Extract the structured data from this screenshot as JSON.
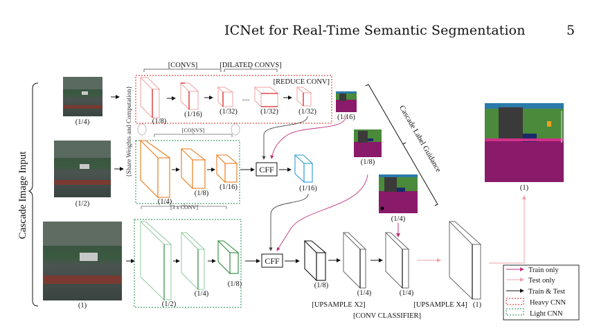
{
  "header": {
    "title": "ICNet for Real-Time Semantic Segmentation",
    "page_number": "5"
  },
  "figure": {
    "side_label": "Cascade Image Input",
    "share_label": "{Share Weights and Computation}",
    "inputs": [
      {
        "scale": "(1/4)"
      },
      {
        "scale": "(1/2)"
      },
      {
        "scale": "(1)"
      }
    ],
    "top_branch": {
      "bracket_convs": "[CONVS]",
      "bracket_dilated": "[DILATED CONVS]",
      "reduce_conv": "[REDUCE CONV]",
      "scales": [
        "(1/8)",
        "(1/16)",
        "(1/32)",
        "(1/32)",
        "(1/32)"
      ],
      "ellipsis": "....",
      "color": "#e02020"
    },
    "mid_branch": {
      "bracket_convs": "[CONVS]",
      "scales": [
        "(1/4)",
        "(1/8)",
        "(1/16)"
      ],
      "color": "#e87a1a"
    },
    "bottom_branch": {
      "bracket_conv": "[3 x CONV]",
      "scales": [
        "(1/2)",
        "(1/4)",
        "(1/8)"
      ],
      "color": "#2a8a3a"
    },
    "cff_label": "CFF",
    "cff1_output_scale": "(1/16)",
    "cff1_output_color": "#2a9ad8",
    "decoder": {
      "scales": [
        "(1/8)",
        "(1/4)",
        "(1/4)",
        "(1)"
      ],
      "upsample_x2": "[UPSAMPLE X2]",
      "upsample_x4": "[UPSAMPLE X4]",
      "conv_classifier": "[CONV CLASSIFIER]"
    },
    "guidance": {
      "label": "Cascade Label Guidance",
      "scales": [
        "(1/16)",
        "(1/8)",
        "(1/4)"
      ]
    },
    "output": {
      "scale": "(1)"
    },
    "legend": [
      {
        "label": "Train only",
        "kind": "arrow",
        "color": "#c0307a"
      },
      {
        "label": "Test only",
        "kind": "arrow",
        "color": "#f0a0a8"
      },
      {
        "label": "Train & Test",
        "kind": "arrow",
        "color": "#111111"
      },
      {
        "label": "Heavy CNN",
        "kind": "box",
        "color": "#e02020"
      },
      {
        "label": "Light CNN",
        "kind": "box",
        "color": "#1a8a4a"
      }
    ],
    "colors": {
      "train_only": "#c0307a",
      "test_only": "#f0a0a8",
      "train_test": "#111111",
      "heavy": "#e02020",
      "light": "#1a8a4a"
    }
  }
}
